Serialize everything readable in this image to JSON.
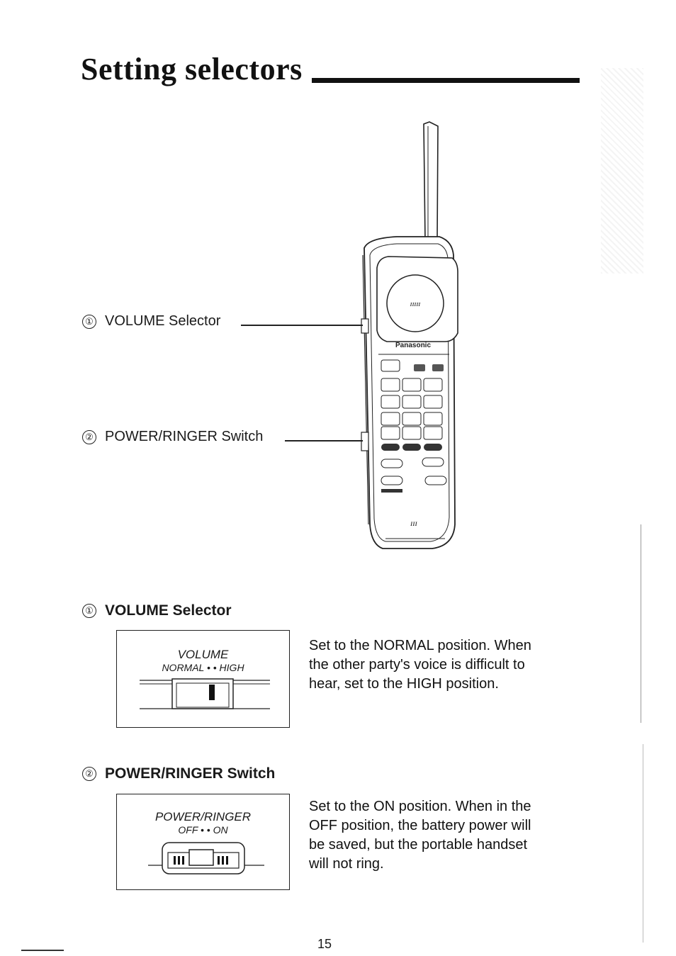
{
  "page": {
    "title": "Setting selectors",
    "page_number": "15"
  },
  "phone": {
    "brand": "Panasonic"
  },
  "callouts": [
    {
      "num": "①",
      "label": "VOLUME Selector"
    },
    {
      "num": "②",
      "label": "POWER/RINGER Switch"
    }
  ],
  "sections": [
    {
      "num": "①",
      "heading": "VOLUME Selector",
      "diagram": {
        "label": "VOLUME",
        "positions": "NORMAL • • HIGH"
      },
      "description": [
        "Set to the NORMAL position. When",
        "the other party's voice is difficult to",
        "hear, set to the HIGH position."
      ]
    },
    {
      "num": "②",
      "heading": "POWER/RINGER Switch",
      "diagram": {
        "label": "POWER/RINGER",
        "positions": "OFF • • ON"
      },
      "description": [
        "Set to the ON position. When in the",
        "OFF position, the battery power will",
        "be saved, but the portable handset",
        "will not ring."
      ]
    }
  ]
}
